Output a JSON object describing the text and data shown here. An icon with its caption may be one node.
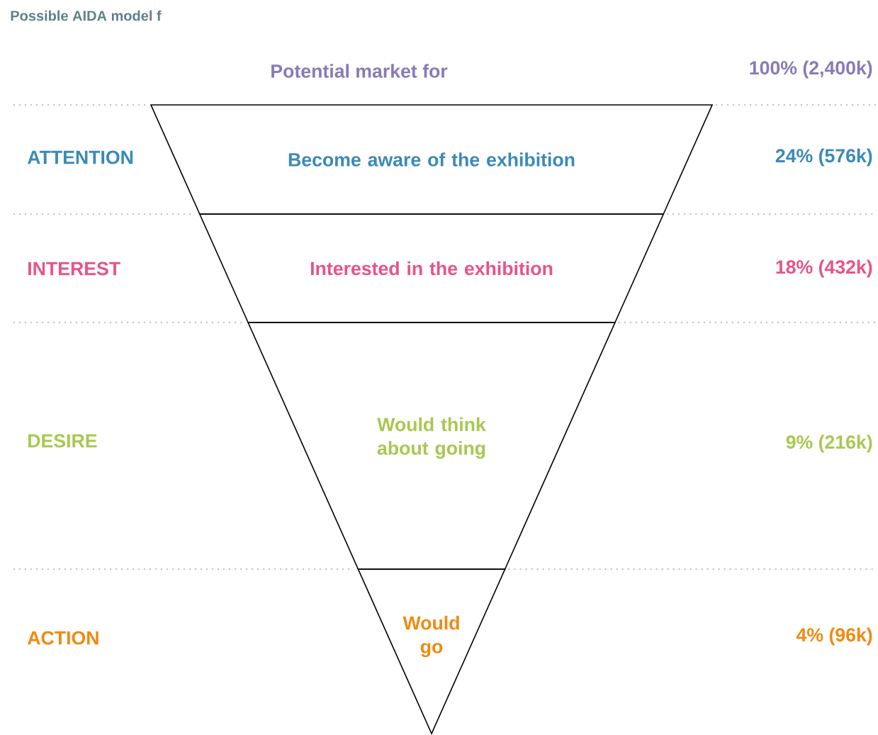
{
  "diagram": {
    "title": "Possible AIDA model f",
    "nodes": [
      {
        "text": [
          "Become aware of the exhibition"
        ]
      },
      {
        "text": [
          "Interested in the exhibition"
        ]
      },
      {
        "text": [
          "Would think about going"
        ]
      },
      {
        "text": [
          "Would go"
        ]
      }
    ],
    "labels": [
      "Potential market for",
      "100% (2,400k)",
      "ATTENTION",
      "24% (576k)",
      "INTEREST",
      "18% (432k)",
      "DESIRE",
      "9% (216k)",
      "ACTION",
      "4% (96k)"
    ]
  }
}
